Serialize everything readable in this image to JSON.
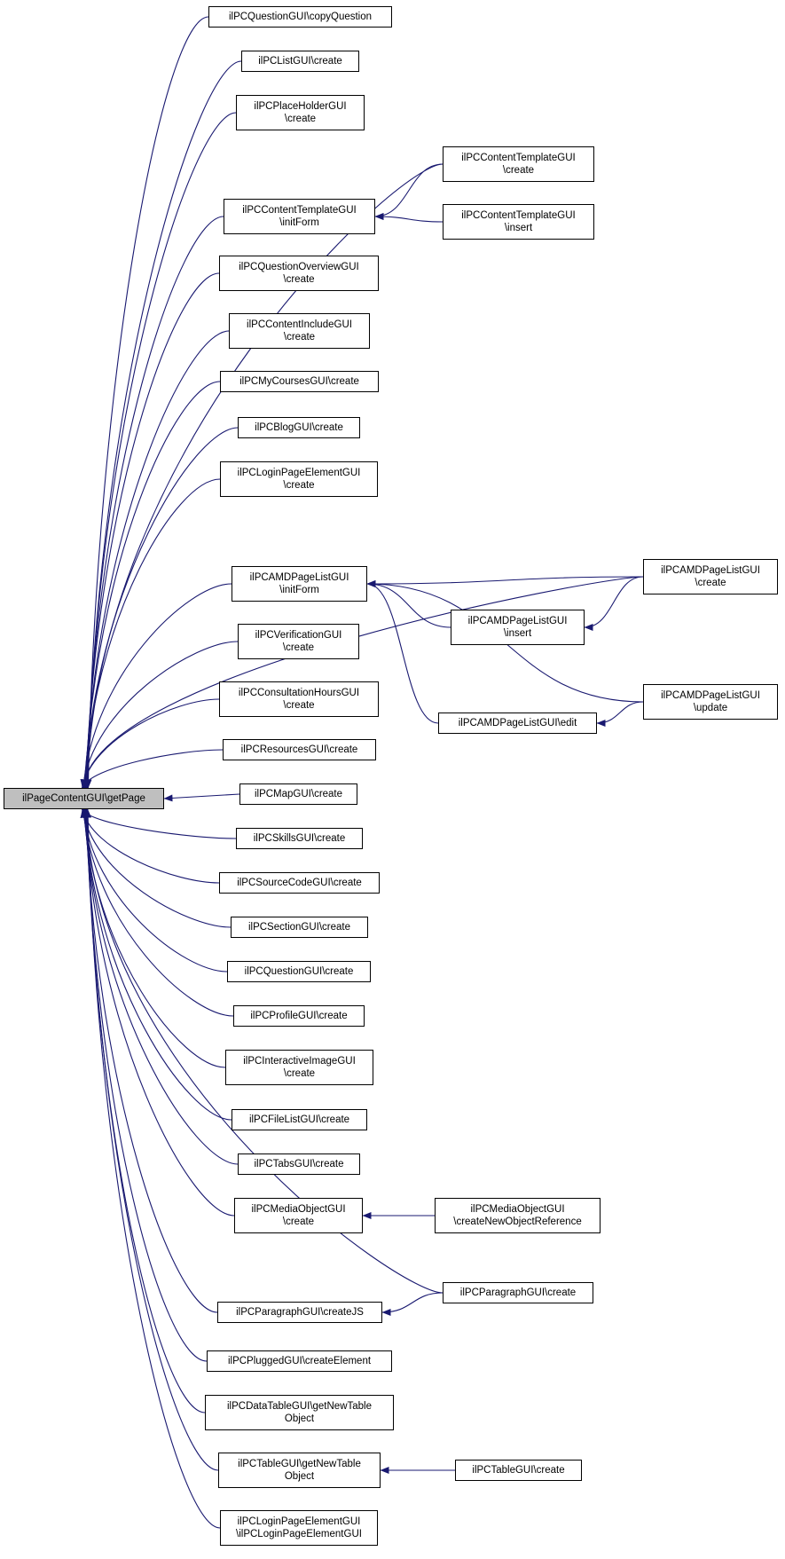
{
  "root": {
    "label": "ilPageContentGUI\\getPage"
  },
  "nodes": [
    {
      "id": "n1",
      "label": "ilPCQuestionGUI\\copyQuestion"
    },
    {
      "id": "n2",
      "label": "ilPCListGUI\\create"
    },
    {
      "id": "n3",
      "label": "ilPCPlaceHolderGUI\n\\create"
    },
    {
      "id": "n4",
      "label": "ilPCContentTemplateGUI\n\\initForm"
    },
    {
      "id": "n5",
      "label": "ilPCContentTemplateGUI\n\\create"
    },
    {
      "id": "n6",
      "label": "ilPCContentTemplateGUI\n\\insert"
    },
    {
      "id": "n7",
      "label": "ilPCQuestionOverviewGUI\n\\create"
    },
    {
      "id": "n8",
      "label": "ilPCContentIncludeGUI\n\\create"
    },
    {
      "id": "n9",
      "label": "ilPCMyCoursesGUI\\create"
    },
    {
      "id": "n10",
      "label": "ilPCBlogGUI\\create"
    },
    {
      "id": "n11",
      "label": "ilPCLoginPageElementGUI\n\\create"
    },
    {
      "id": "n12",
      "label": "ilPCAMDPageListGUI\n\\initForm"
    },
    {
      "id": "n13",
      "label": "ilPCAMDPageListGUI\n\\create"
    },
    {
      "id": "n14",
      "label": "ilPCAMDPageListGUI\n\\insert"
    },
    {
      "id": "n15",
      "label": "ilPCAMDPageListGUI\\edit"
    },
    {
      "id": "n16",
      "label": "ilPCAMDPageListGUI\n\\update"
    },
    {
      "id": "n17",
      "label": "ilPCVerificationGUI\n\\create"
    },
    {
      "id": "n18",
      "label": "ilPCConsultationHoursGUI\n\\create"
    },
    {
      "id": "n19",
      "label": "ilPCResourcesGUI\\create"
    },
    {
      "id": "n20",
      "label": "ilPCMapGUI\\create"
    },
    {
      "id": "n21",
      "label": "ilPCSkillsGUI\\create"
    },
    {
      "id": "n22",
      "label": "ilPCSourceCodeGUI\\create"
    },
    {
      "id": "n23",
      "label": "ilPCSectionGUI\\create"
    },
    {
      "id": "n24",
      "label": "ilPCQuestionGUI\\create"
    },
    {
      "id": "n25",
      "label": "ilPCProfileGUI\\create"
    },
    {
      "id": "n26",
      "label": "ilPCInteractiveImageGUI\n\\create"
    },
    {
      "id": "n27",
      "label": "ilPCFileListGUI\\create"
    },
    {
      "id": "n28",
      "label": "ilPCTabsGUI\\create"
    },
    {
      "id": "n29",
      "label": "ilPCMediaObjectGUI\n\\create"
    },
    {
      "id": "n30",
      "label": "ilPCMediaObjectGUI\n\\createNewObjectReference"
    },
    {
      "id": "n31",
      "label": "ilPCParagraphGUI\\create"
    },
    {
      "id": "n32",
      "label": "ilPCParagraphGUI\\createJS"
    },
    {
      "id": "n33",
      "label": "ilPCPluggedGUI\\createElement"
    },
    {
      "id": "n34",
      "label": "ilPCDataTableGUI\\getNewTable\nObject"
    },
    {
      "id": "n35",
      "label": "ilPCTableGUI\\getNewTable\nObject"
    },
    {
      "id": "n36",
      "label": "ilPCTableGUI\\create"
    },
    {
      "id": "n37",
      "label": "ilPCLoginPageElementGUI\n\\ilPCLoginPageElementGUI"
    }
  ],
  "edges": [
    {
      "from": "n1",
      "to": "root"
    },
    {
      "from": "n2",
      "to": "root"
    },
    {
      "from": "n3",
      "to": "root"
    },
    {
      "from": "n5",
      "to": "root"
    },
    {
      "from": "n4",
      "to": "root"
    },
    {
      "from": "n5",
      "to": "n4"
    },
    {
      "from": "n6",
      "to": "n4"
    },
    {
      "from": "n7",
      "to": "root"
    },
    {
      "from": "n8",
      "to": "root"
    },
    {
      "from": "n9",
      "to": "root"
    },
    {
      "from": "n10",
      "to": "root"
    },
    {
      "from": "n11",
      "to": "root"
    },
    {
      "from": "n13",
      "to": "root"
    },
    {
      "from": "n12",
      "to": "root"
    },
    {
      "from": "n13",
      "to": "n12"
    },
    {
      "from": "n14",
      "to": "n12"
    },
    {
      "from": "n15",
      "to": "n12"
    },
    {
      "from": "n16",
      "to": "n12"
    },
    {
      "from": "n13",
      "to": "n14"
    },
    {
      "from": "n16",
      "to": "n15"
    },
    {
      "from": "n17",
      "to": "root"
    },
    {
      "from": "n18",
      "to": "root"
    },
    {
      "from": "n19",
      "to": "root"
    },
    {
      "from": "n20",
      "to": "root"
    },
    {
      "from": "n21",
      "to": "root"
    },
    {
      "from": "n22",
      "to": "root"
    },
    {
      "from": "n23",
      "to": "root"
    },
    {
      "from": "n24",
      "to": "root"
    },
    {
      "from": "n25",
      "to": "root"
    },
    {
      "from": "n26",
      "to": "root"
    },
    {
      "from": "n27",
      "to": "root"
    },
    {
      "from": "n28",
      "to": "root"
    },
    {
      "from": "n29",
      "to": "root"
    },
    {
      "from": "n30",
      "to": "n29"
    },
    {
      "from": "n31",
      "to": "root"
    },
    {
      "from": "n32",
      "to": "root"
    },
    {
      "from": "n31",
      "to": "n32"
    },
    {
      "from": "n33",
      "to": "root"
    },
    {
      "from": "n34",
      "to": "root"
    },
    {
      "from": "n35",
      "to": "root"
    },
    {
      "from": "n36",
      "to": "n35"
    },
    {
      "from": "n37",
      "to": "root"
    }
  ],
  "colors": {
    "edge": "#191970",
    "root_fill": "#bfbfbf",
    "node_fill": "#ffffff",
    "border": "#000000"
  }
}
